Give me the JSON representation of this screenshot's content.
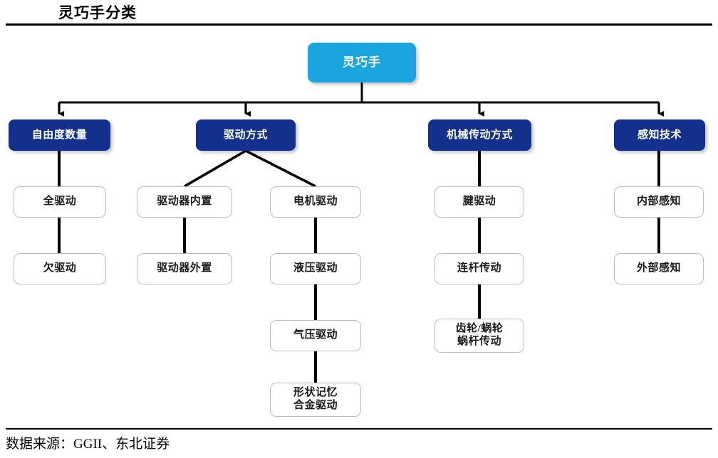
{
  "header": {
    "title": "灵巧手分类"
  },
  "footer": {
    "source": "数据来源：GGII、东北证券"
  },
  "colors": {
    "root_fill": "#1ba5e0",
    "category_fill": "#13318c",
    "leaf_fill": "#ffffff",
    "leaf_border": "#c9b8bd",
    "connector": "#000000",
    "rule": "#000000"
  },
  "diagram": {
    "type": "tree",
    "root": {
      "label": "灵巧手"
    },
    "categories": [
      {
        "label": "自由度数量"
      },
      {
        "label": "驱动方式"
      },
      {
        "label": "机械传动方式"
      },
      {
        "label": "感知技术"
      }
    ],
    "leaves": {
      "dof_full": "全驱动",
      "dof_under": "欠驱动",
      "act_internal": "驱动器内置",
      "act_external": "驱动器外置",
      "drive_motor": "电机驱动",
      "drive_hydraulic": "液压驱动",
      "drive_pneumatic": "气压驱动",
      "drive_sma": "形状记忆\n合金驱动",
      "trans_tendon": "腱驱动",
      "trans_linkage": "连杆传动",
      "trans_gear": "齿轮/蜗轮\n蜗杆传动",
      "sense_internal": "内部感知",
      "sense_external": "外部感知"
    }
  }
}
